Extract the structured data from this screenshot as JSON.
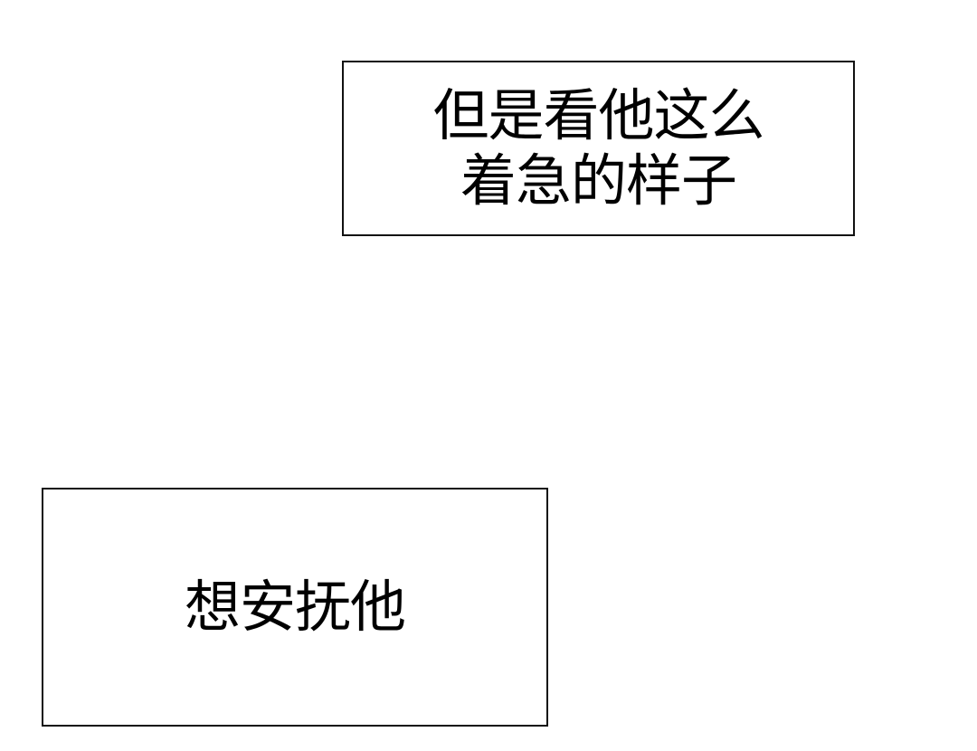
{
  "panels": [
    {
      "lines": [
        "但是看他这么",
        "着急的样子"
      ]
    },
    {
      "lines": [
        "想安抚他"
      ]
    }
  ]
}
